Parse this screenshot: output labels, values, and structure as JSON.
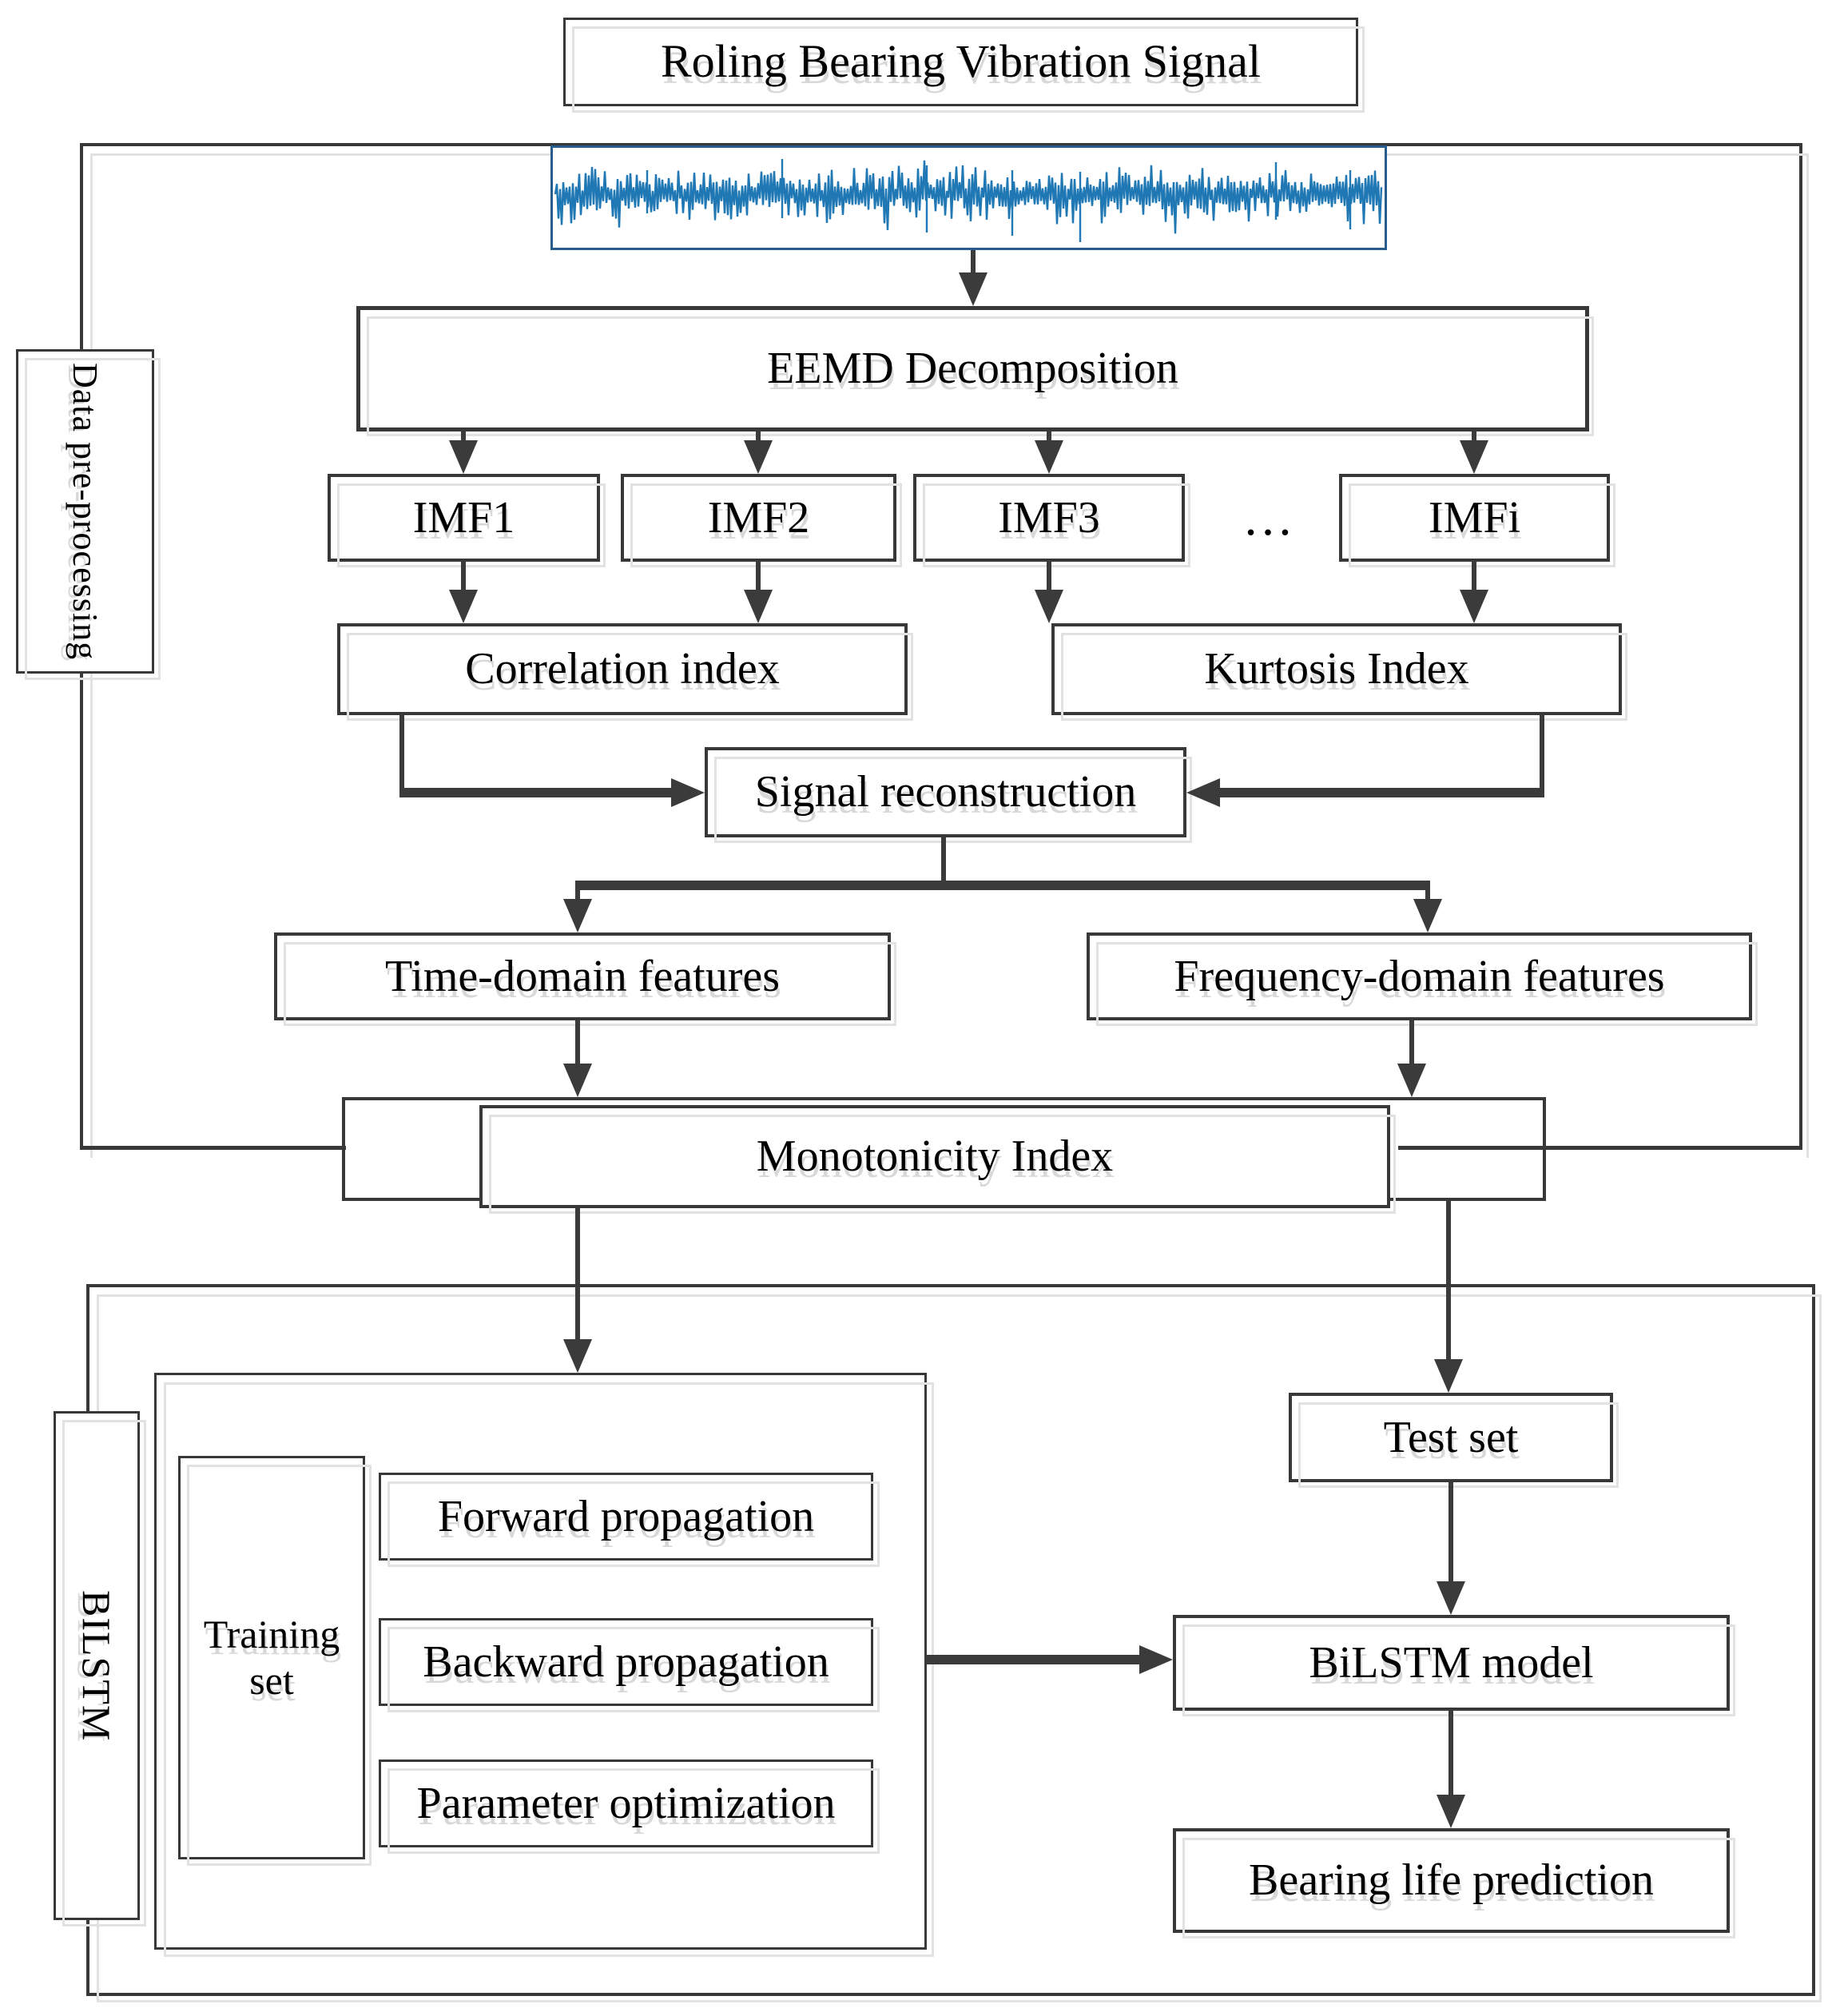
{
  "title": "Roling Bearing Vibration Signal",
  "sections": {
    "preprocessing": "Data pre-processing",
    "bilstm": "BILSTM"
  },
  "boxes": {
    "eemd": "EEMD Decomposition",
    "imf1": "IMF1",
    "imf2": "IMF2",
    "imf3": "IMF3",
    "imf_ellipsis": "…",
    "imfi": "IMFi",
    "correlation": "Correlation index",
    "kurtosis": "Kurtosis Index",
    "signal_reconstruction": "Signal reconstruction",
    "time_domain": "Time-domain features",
    "frequency_domain": "Frequency-domain features",
    "monotonicity": "Monotonicity Index",
    "training_set": "Training set",
    "forward_propagation": "Forward propagation",
    "backward_propagation": "Backward propagation",
    "parameter_optimization": "Parameter optimization",
    "test_set": "Test set",
    "bilstm_model": "BiLSTM model",
    "bearing_life_prediction": "Bearing life prediction"
  },
  "colors": {
    "line": "#3b3b3b",
    "box_border": "#383838",
    "ghost_border": "#e2e2e2",
    "text_shadow": "#d8d8d8",
    "signal_stroke": "#1f77b4",
    "signal_frame": "#255d8e"
  }
}
